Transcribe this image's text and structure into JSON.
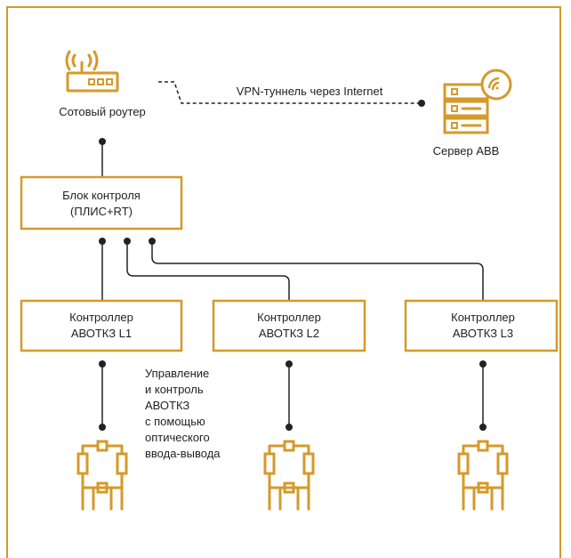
{
  "colors": {
    "accent": "#D49A2A",
    "line": "#222222",
    "text": "#222222"
  },
  "router": {
    "label": "Сотовый роутер",
    "icon": "cellular-router-icon"
  },
  "vpn": {
    "label": "VPN-туннель через Internet"
  },
  "server": {
    "label": "Сервер ABB",
    "icon": "server-icon"
  },
  "control_block": {
    "line1": "Блок контроля",
    "line2": "(ПЛИС+RT)"
  },
  "controllers": [
    {
      "line1": "Контроллер",
      "line2": "АВОТКЗ L1"
    },
    {
      "line1": "Контроллер",
      "line2": "АВОТКЗ L2"
    },
    {
      "line1": "Контроллер",
      "line2": "АВОТКЗ L3"
    }
  ],
  "annotation": {
    "lines": [
      "Управление",
      "и контроль",
      "АВОТКЗ",
      "с помощью",
      "оптического",
      "ввода-вывода"
    ]
  },
  "breakers": [
    {
      "icon": "breaker-icon"
    },
    {
      "icon": "breaker-icon"
    },
    {
      "icon": "breaker-icon"
    }
  ]
}
